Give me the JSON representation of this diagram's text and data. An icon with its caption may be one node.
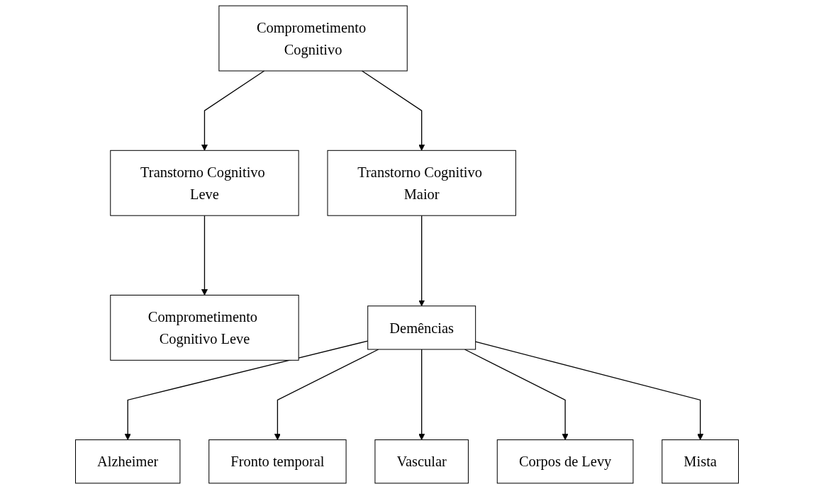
{
  "diagram": {
    "nodes": [
      {
        "text": [
          "Comprometimento Cognitivo"
        ]
      },
      {
        "text": [
          "Transtorno Cognitivo Leve"
        ]
      },
      {
        "text": [
          "Transtorno Cognitivo Maior"
        ]
      },
      {
        "text": [
          "Comprometimento Cognitivo Leve"
        ]
      },
      {
        "text": [
          "Demências"
        ]
      },
      {
        "text": [
          "Alzheimer"
        ]
      },
      {
        "text": [
          "Fronto temporal"
        ]
      },
      {
        "text": [
          "Vascular"
        ]
      },
      {
        "text": [
          "Corpos de Levy"
        ]
      },
      {
        "text": [
          "Mista"
        ]
      }
    ],
    "edges": [
      {
        "from": 0,
        "to": 1,
        "arrow": "to"
      },
      {
        "from": 0,
        "to": 2,
        "arrow": "to"
      },
      {
        "from": 1,
        "to": 3,
        "arrow": "to"
      },
      {
        "from": 2,
        "to": 4,
        "arrow": "to"
      },
      {
        "from": 4,
        "to": 5,
        "arrow": "to"
      },
      {
        "from": 4,
        "to": 6,
        "arrow": "to"
      },
      {
        "from": 4,
        "to": 7,
        "arrow": "to"
      },
      {
        "from": 4,
        "to": 8,
        "arrow": "to"
      },
      {
        "from": 4,
        "to": 9,
        "arrow": "to"
      }
    ]
  }
}
